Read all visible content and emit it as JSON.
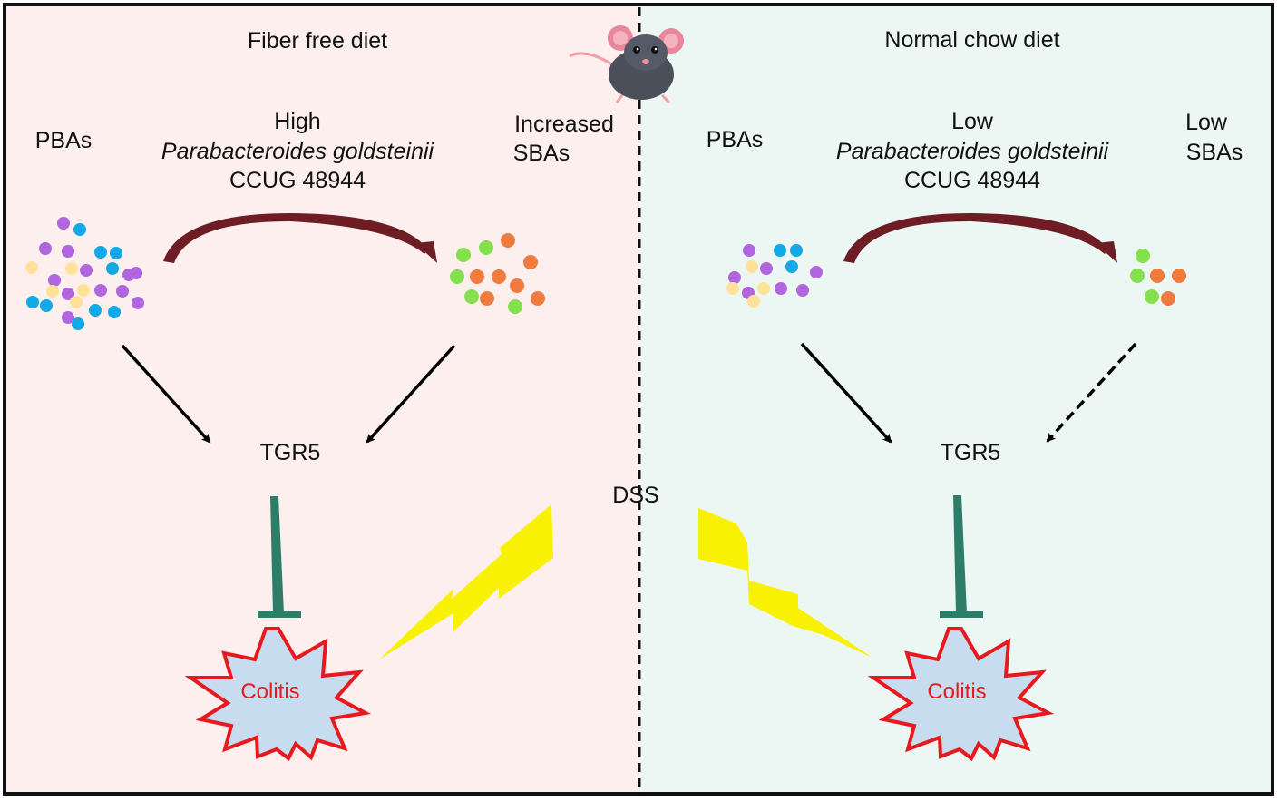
{
  "colors": {
    "left_panel_bg": "#fcefee",
    "right_panel_bg": "#ecf7f4",
    "border": "#111111",
    "curve_arrow": "#6e1d24",
    "inhibit": "#2e7d69",
    "lightning": "#f9f104",
    "colitis_fill": "#c8dcef",
    "colitis_stroke": "#e8191e",
    "colitis_text": "#e8191e",
    "dot_purple": "#b166e0",
    "dot_blue": "#12a9e6",
    "dot_yellow": "#ffe199",
    "dot_green": "#84e04d",
    "dot_orange": "#f07b3c"
  },
  "icon": "mouse-icon",
  "center_label": "DSS",
  "left_panel": {
    "title": "Fiber free diet",
    "pbas": "PBAs",
    "bacteria_level": "High",
    "bacteria_name": "Parabacteroides goldsteinii",
    "bacteria_strain": "CCUG 48944",
    "sbas_line1": "Increased",
    "sbas_line2": "SBAs",
    "receptor": "TGR5",
    "outcome": "Colitis"
  },
  "right_panel": {
    "title": "Normal chow diet",
    "pbas": "PBAs",
    "bacteria_level": "Low",
    "bacteria_name": "Parabacteroides goldsteinii",
    "bacteria_strain": "CCUG 48944",
    "sbas_line1": "Low",
    "sbas_line2": "SBAs",
    "receptor": "TGR5",
    "outcome": "Colitis"
  }
}
